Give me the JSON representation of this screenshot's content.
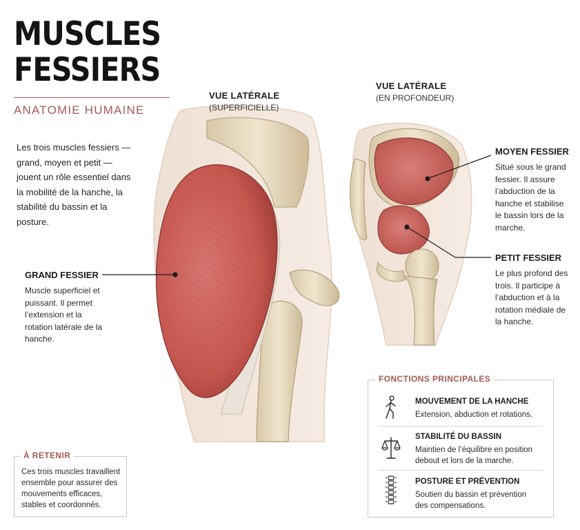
{
  "header": {
    "title_line1": "MUSCLES",
    "title_line2": "FESSIERS",
    "subtitle": "ANATOMIE HUMAINE"
  },
  "intro": "Les trois muscles fessiers — grand, moyen et petit — jouent un rôle essentiel dans la mobilité de la hanche, la stabilité du bassin et la posture.",
  "views": {
    "superficial": {
      "title": "VUE LATÉRALE",
      "subtitle": "(SUPERFICIELLE)"
    },
    "deep": {
      "title": "VUE LATÉRALE",
      "subtitle": "(EN PROFONDEUR)"
    }
  },
  "muscles": {
    "grand": {
      "name": "GRAND FESSIER",
      "description": "Muscle superficiel et puissant. Il permet l’extension et la rotation latérale de la hanche."
    },
    "moyen": {
      "name": "MOYEN FESSIER",
      "description": "Situé sous le grand fessier. Il assure l’abduction de la hanche et stabilise le bassin lors de la marche."
    },
    "petit": {
      "name": "PETIT FESSIER",
      "description": "Le plus profond des trois. Il participe à l’abduction et à la rotation médiale de la hanche."
    }
  },
  "retenir": {
    "heading": "À RETENIR",
    "text": "Ces trois muscles travaillent ensemble pour assurer des mouvements efficaces, stables et coordonnés."
  },
  "fonctions": {
    "heading": "FONCTIONS PRINCIPALES",
    "items": [
      {
        "icon": "walking-person-icon",
        "title": "MOUVEMENT DE LA HANCHE",
        "desc": "Extension, abduction et rotations."
      },
      {
        "icon": "balance-scale-icon",
        "title": "STABILITÉ DU BASSIN",
        "desc": "Maintien de l’équilibre en position debout et lors de la marche."
      },
      {
        "icon": "spine-icon",
        "title": "POSTURE ET PRÉVENTION",
        "desc": "Soutien du bassin et prévention des compensations."
      }
    ]
  },
  "colors": {
    "accent": "#a25a52",
    "muscle": "#c9605c",
    "bone": "#e8dcc4",
    "skin": "#f3e6dc"
  }
}
